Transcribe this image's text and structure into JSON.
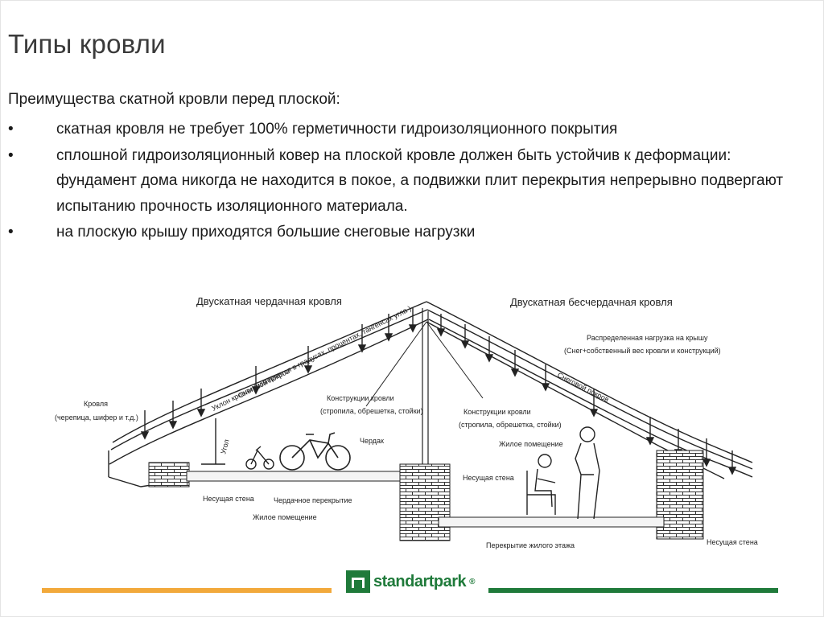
{
  "slide": {
    "title": "Типы кровли",
    "lead": "Преимущества скатной кровли перед плоской:",
    "bullet_char": "•",
    "bullets": [
      "скатная кровля не требует 100% герметичности гидроизоляционного покрытия",
      "сплошной гидроизоляционный ковер на плоской кровле должен быть устойчив к деформации:  фундамент дома никогда не находится в покое, а подвижки плит перекрытия непрерывно подвергают испытанию прочность изоляционного материала.",
      "на плоскую крышу приходятся большие снеговые нагрузки"
    ]
  },
  "diagram": {
    "left_title": "Двускатная чердачная кровля",
    "right_title": "Двускатная бесчердачная кровля",
    "slope_label": "Уклон кровли (измеряется в градусах, процентах, тангенсах угла )",
    "snow_left": "Снеговой покров",
    "snow_right": "Снеговой покров",
    "load_line1": "Распределенная нагрузка на крышу",
    "load_line2": "(Снег+собственный вес кровли и конструкций)",
    "roof_line1": "Кровля",
    "roof_line2": "(черепица, шифер и т.д.)",
    "constr_left1": "Конструкции кровли",
    "constr_left2": "(стропила, обрешетка, стойки)",
    "constr_right1": "Конструкции кровли",
    "constr_right2": "(стропила, обрешетка, стойки)",
    "angle": "Угол",
    "attic": "Чердак",
    "living_right": "Жилое помещение",
    "bearing_wall_center": "Несущая стена",
    "bearing_wall_left": "Несущая стена",
    "attic_floor": "Чердачное перекрытие",
    "living_left": "Жилое помещение",
    "floor_slab": "Перекрытие жилого этажа",
    "bearing_wall_right": "Несущая стена"
  },
  "footer": {
    "logo_text": "standartpark",
    "logo_reg": "®",
    "accent_orange": "#f2a93b",
    "accent_green": "#1f7a3a"
  }
}
